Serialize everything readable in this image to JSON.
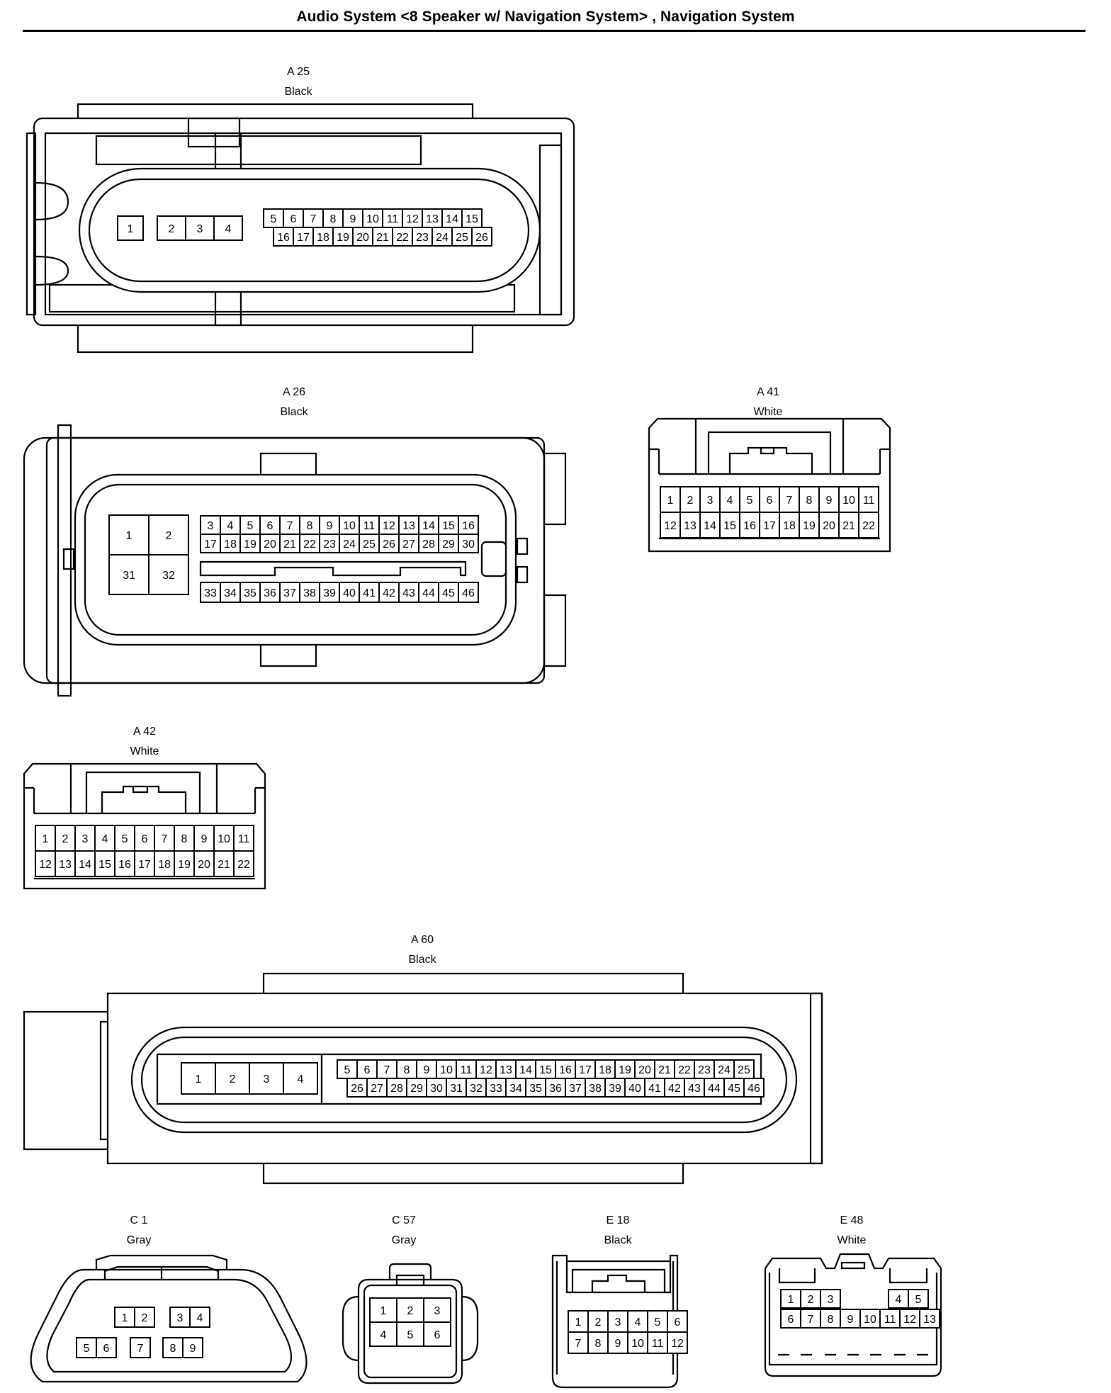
{
  "title": "Audio System <8 Speaker w/ Navigation System> , Navigation System",
  "connectors": {
    "A25": {
      "id": "A 25",
      "color": "Black",
      "pins": [
        "1",
        "2",
        "3",
        "4",
        "5",
        "6",
        "7",
        "8",
        "9",
        "10",
        "11",
        "12",
        "13",
        "14",
        "15",
        "16",
        "17",
        "18",
        "19",
        "20",
        "21",
        "22",
        "23",
        "24",
        "25",
        "26"
      ]
    },
    "A26": {
      "id": "A 26",
      "color": "Black",
      "pins": [
        "1",
        "2",
        "31",
        "32",
        "3",
        "4",
        "5",
        "6",
        "7",
        "8",
        "9",
        "10",
        "11",
        "12",
        "13",
        "14",
        "15",
        "16",
        "17",
        "18",
        "19",
        "20",
        "21",
        "22",
        "23",
        "24",
        "25",
        "26",
        "27",
        "28",
        "29",
        "30",
        "33",
        "34",
        "35",
        "36",
        "37",
        "38",
        "39",
        "40",
        "41",
        "42",
        "43",
        "44",
        "45",
        "46"
      ]
    },
    "A41": {
      "id": "A 41",
      "color": "White",
      "pins": [
        "1",
        "2",
        "3",
        "4",
        "5",
        "6",
        "7",
        "8",
        "9",
        "10",
        "11",
        "12",
        "13",
        "14",
        "15",
        "16",
        "17",
        "18",
        "19",
        "20",
        "21",
        "22"
      ]
    },
    "A42": {
      "id": "A 42",
      "color": "White",
      "pins": [
        "1",
        "2",
        "3",
        "4",
        "5",
        "6",
        "7",
        "8",
        "9",
        "10",
        "11",
        "12",
        "13",
        "14",
        "15",
        "16",
        "17",
        "18",
        "19",
        "20",
        "21",
        "22"
      ]
    },
    "A60": {
      "id": "A 60",
      "color": "Black",
      "pins": [
        "1",
        "2",
        "3",
        "4",
        "5",
        "6",
        "7",
        "8",
        "9",
        "10",
        "11",
        "12",
        "13",
        "14",
        "15",
        "16",
        "17",
        "18",
        "19",
        "20",
        "21",
        "22",
        "23",
        "24",
        "25",
        "26",
        "27",
        "28",
        "29",
        "30",
        "31",
        "32",
        "33",
        "34",
        "35",
        "36",
        "37",
        "38",
        "39",
        "40",
        "41",
        "42",
        "43",
        "44",
        "45",
        "46"
      ]
    },
    "C1": {
      "id": "C 1",
      "color": "Gray",
      "pins": [
        "1",
        "2",
        "3",
        "4",
        "5",
        "6",
        "7",
        "8",
        "9"
      ]
    },
    "C57": {
      "id": "C 57",
      "color": "Gray",
      "pins": [
        "1",
        "2",
        "3",
        "4",
        "5",
        "6"
      ]
    },
    "E18": {
      "id": "E 18",
      "color": "Black",
      "pins": [
        "1",
        "2",
        "3",
        "4",
        "5",
        "6",
        "7",
        "8",
        "9",
        "10",
        "11",
        "12"
      ]
    },
    "E48": {
      "id": "E 48",
      "color": "White",
      "pins": [
        "1",
        "2",
        "3",
        "4",
        "5",
        "6",
        "7",
        "8",
        "9",
        "10",
        "11",
        "12",
        "13"
      ]
    }
  }
}
